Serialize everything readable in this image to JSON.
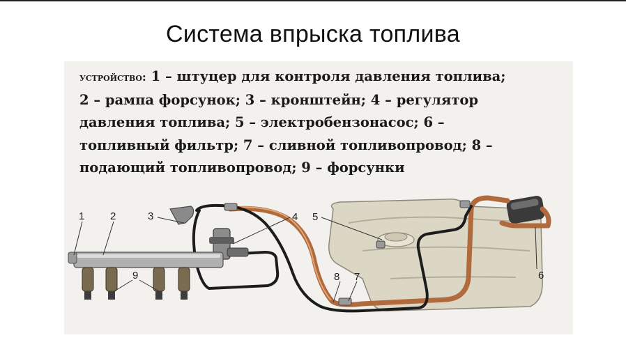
{
  "title": "Система впрыска топлива",
  "caption": {
    "lead": "устройство:",
    "lines": [
      "1 – штуцер для контроля давления топлива;",
      "2 – рампа форсунок; 3 – кронштейн; 4 – регулятор",
      "давления топлива; 5 – электробензонасос; 6 –",
      "топливный фильтр; 7 – сливной топливопровод; 8 –",
      "подающий топливопровод; 9 – форсунки"
    ]
  },
  "labels": {
    "l1": "1",
    "l2": "2",
    "l3": "3",
    "l4": "4",
    "l5": "5",
    "l6": "6",
    "l7": "7",
    "l8": "8",
    "l9": "9"
  }
}
